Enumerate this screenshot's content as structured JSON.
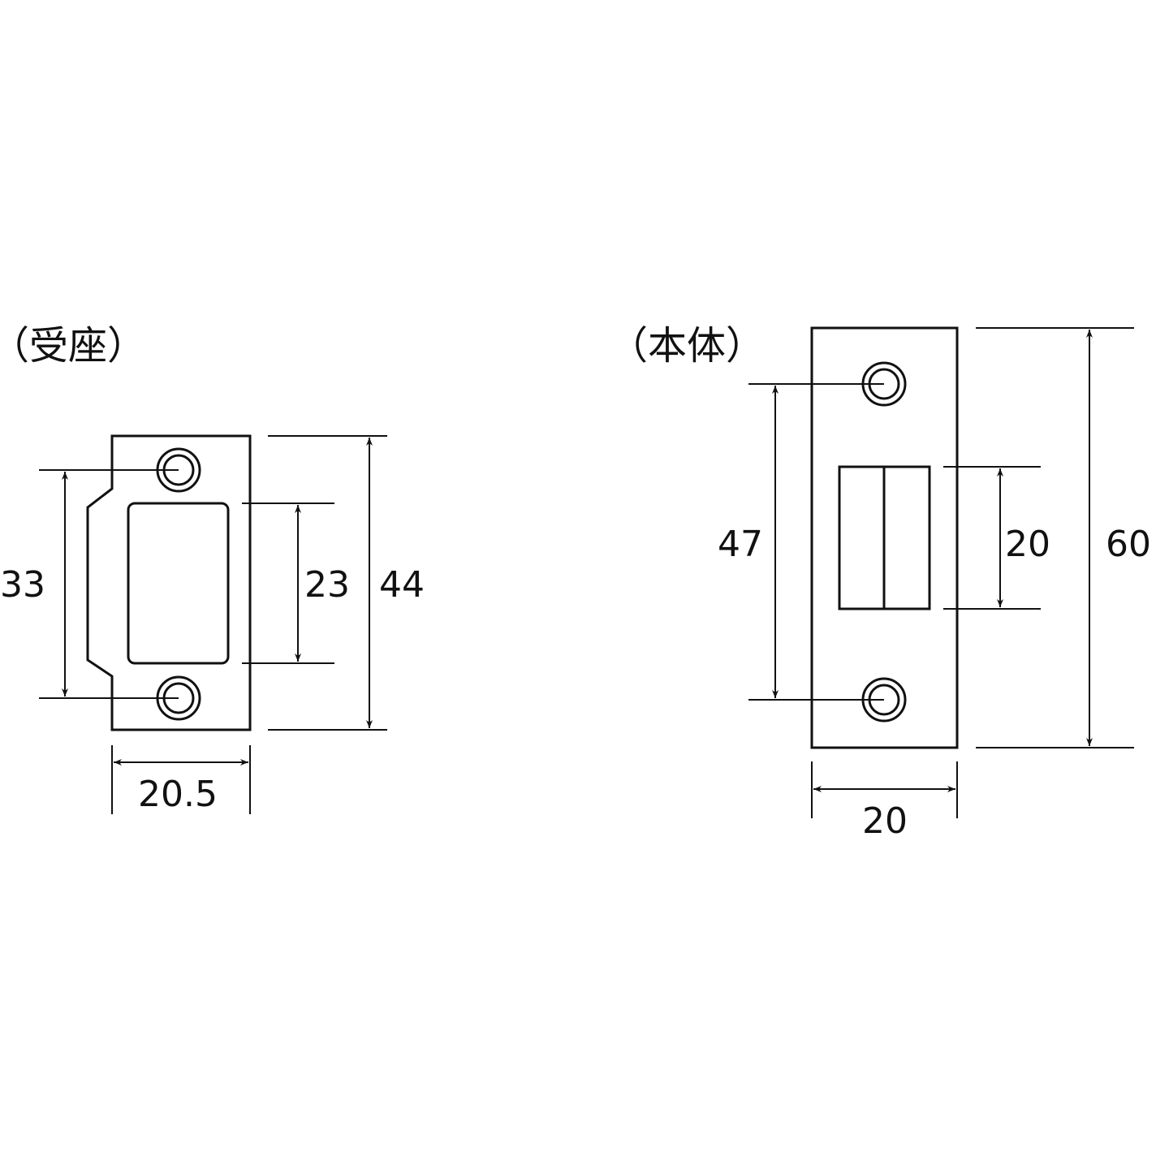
{
  "strike": {
    "title": "（受座）",
    "dim_screw_pitch": "33",
    "dim_opening": "23",
    "dim_height": "44",
    "dim_width": "20.5"
  },
  "body": {
    "title": "（本体）",
    "dim_screw_pitch": "47",
    "dim_latch": "20",
    "dim_height": "60",
    "dim_width": "20"
  },
  "colors": {
    "line": "#111111",
    "background": "#ffffff"
  }
}
